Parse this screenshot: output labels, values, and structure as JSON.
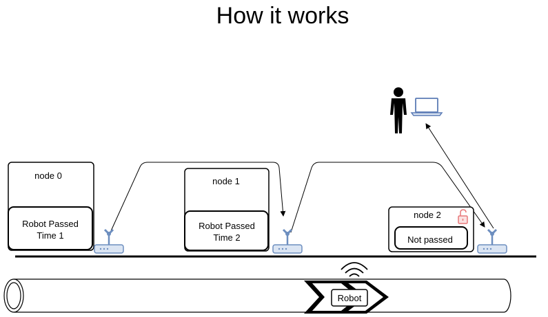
{
  "title": "How it works",
  "nodes": [
    {
      "name": "node 0",
      "status_line1": "Robot Passed",
      "status_line2": "Time 1"
    },
    {
      "name": "node 1",
      "status_line1": "Robot Passed",
      "status_line2": "Time 2"
    },
    {
      "name": "node 2",
      "status_line1": "Not passed",
      "status_line2": ""
    }
  ],
  "robot": {
    "label": "Robot"
  },
  "icons": {
    "router": "router-icon",
    "user": "person-icon",
    "laptop": "laptop-icon",
    "lock": "unlocked-padlock-icon",
    "wireless": "wifi-signal-icon"
  },
  "colors": {
    "router": "#6d8ebf",
    "router_light": "#dbe5f3",
    "laptop": "#5b7bb5",
    "lock": "#e8787a"
  }
}
